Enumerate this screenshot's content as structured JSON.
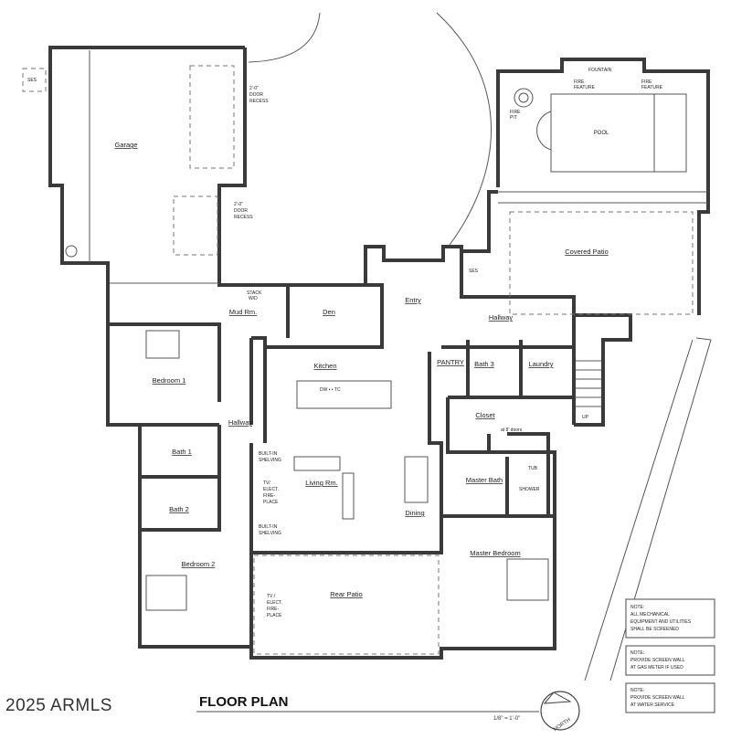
{
  "plan": {
    "title": "FLOOR PLAN",
    "scale": "1/8\" = 1'-0\"",
    "north_label": "NORTH",
    "watermark": "2025 ARMLS"
  },
  "rooms": {
    "garage": "Garage",
    "mud_room": "Mud Rm.",
    "den": "Den",
    "entry": "Entry",
    "hallway_main": "Hallway",
    "hallway_west": "Hallway",
    "kitchen": "Kitchen",
    "pantry": "PANTRY",
    "bath3": "Bath 3",
    "laundry": "Laundry",
    "closet": "Closet",
    "master_bath": "Master Bath",
    "master_bedroom": "Master Bedroom",
    "bedroom1": "Bedroom 1",
    "bedroom2": "Bedroom 2",
    "bath1": "Bath 1",
    "bath2": "Bath 2",
    "living": "Living Rm.",
    "dining": "Dining",
    "rear_patio": "Rear Patio",
    "covered_patio": "Covered Patio",
    "pool": "POOL"
  },
  "annotations": {
    "door_recess_1": [
      "2'-0\"",
      "DOOR",
      "RECESS"
    ],
    "door_recess_2": [
      "2'-0\"",
      "DOOR",
      "RECESS"
    ],
    "stack_wd": [
      "STACK",
      "W/D"
    ],
    "ses": "SES",
    "ses2": "SES",
    "fountain": "FOUNTAIN",
    "fire_feature_1": [
      "FIRE",
      "FEATURE"
    ],
    "fire_feature_2": [
      "FIRE",
      "FEATURE"
    ],
    "fire_pit": [
      "FIRE",
      "PIT"
    ],
    "builtin_shelving_1": [
      "BUILT-IN",
      "SHELVING"
    ],
    "builtin_shelving_2": [
      "BUILT-IN",
      "SHELVING"
    ],
    "tv_fireplace": [
      "TV/",
      "ELECT.",
      "FIRE-",
      "PLACE"
    ],
    "tv_rear": [
      "TV /",
      "ELECT.",
      "FIRE-",
      "PLACE"
    ],
    "tub": "TUB",
    "shower": "SHOWER",
    "doors_8ft": "at 8' doors",
    "up": "UP",
    "island": "DW  •  •  TC"
  },
  "notes": [
    [
      "NOTE:",
      "ALL MECHANICAL",
      "EQUIPMENT AND UTILITIES",
      "SHALL BE SCREENED"
    ],
    [
      "NOTE:",
      "PROVIDE SCREEN WALL",
      "AT GAS METER IF USED"
    ],
    [
      "NOTE:",
      "PROVIDE SCREEN WALL",
      "AT WATER SERVICE"
    ]
  ]
}
